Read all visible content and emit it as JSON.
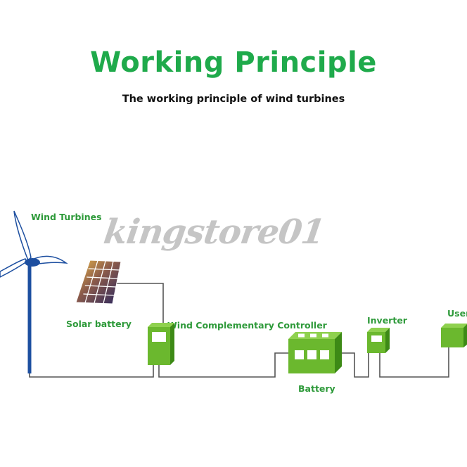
{
  "title": "Working Principle",
  "subtitle": "The working principle of wind turbines",
  "watermark": "kingstore01",
  "labels": {
    "wind_turbines": "Wind Turbines",
    "solar_battery": "Solar battery",
    "controller": "Wind Complementary Controller",
    "battery": "Battery",
    "inverter": "Inverter",
    "user": "User"
  },
  "colors": {
    "title": "#1faa4b",
    "label": "#2e9a3a",
    "device_green": "#6bb82e",
    "device_dark": "#3d8a16",
    "wire": "#555555",
    "tower": "#1d4fa0"
  }
}
